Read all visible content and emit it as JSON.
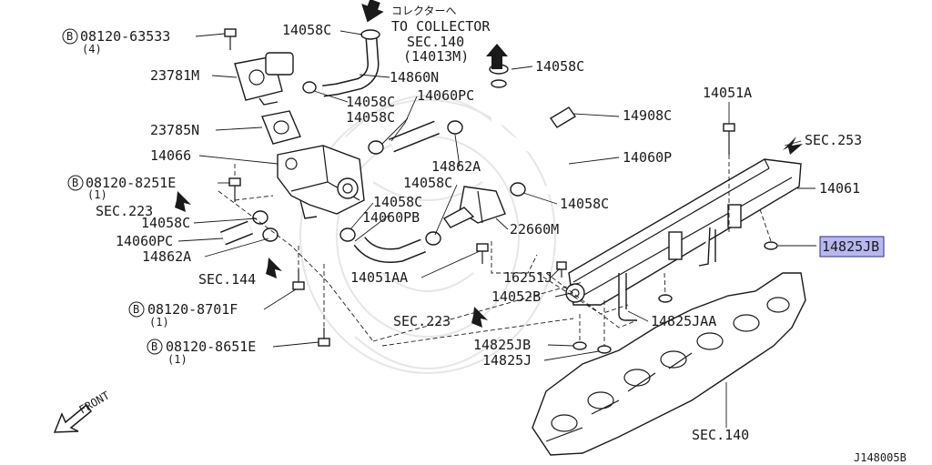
{
  "diagram": {
    "code": "J148005B",
    "front_label": "FRONT",
    "highlight_color": "#b8b8f0",
    "labels": [
      {
        "id": "bolt_63533",
        "text": "08120-63533",
        "qty": "(4)",
        "circled": "B"
      },
      {
        "id": "p23781m",
        "text": "23781M"
      },
      {
        "id": "p14058c_1",
        "text": "14058C"
      },
      {
        "id": "collector_jp",
        "text": "コレクターへ"
      },
      {
        "id": "collector_en",
        "text": "TO COLLECTOR"
      },
      {
        "id": "sec140_top",
        "text": "SEC.140"
      },
      {
        "id": "p14013m",
        "text": "(14013M)"
      },
      {
        "id": "p14058c_2",
        "text": "14058C"
      },
      {
        "id": "p14860n",
        "text": "14860N"
      },
      {
        "id": "p14058c_3",
        "text": "14058C"
      },
      {
        "id": "p14060pc_1",
        "text": "14060PC"
      },
      {
        "id": "p14058c_4",
        "text": "14058C"
      },
      {
        "id": "p14908c",
        "text": "14908C"
      },
      {
        "id": "p14051a",
        "text": "14051A"
      },
      {
        "id": "p23785n",
        "text": "23785N"
      },
      {
        "id": "p14066",
        "text": "14066"
      },
      {
        "id": "p14862a_1",
        "text": "14862A"
      },
      {
        "id": "p14060p",
        "text": "14060P"
      },
      {
        "id": "sec253",
        "text": "SEC.253"
      },
      {
        "id": "bolt_8251e",
        "text": "08120-8251E",
        "qty": "(1)",
        "circled": "B"
      },
      {
        "id": "p14058c_5",
        "text": "14058C"
      },
      {
        "id": "p14061",
        "text": "14061"
      },
      {
        "id": "sec223_left",
        "text": "SEC.223"
      },
      {
        "id": "p14058c_6",
        "text": "14058C"
      },
      {
        "id": "p14058c_7",
        "text": "14058C"
      },
      {
        "id": "p14060pb",
        "text": "14060PB"
      },
      {
        "id": "p14058c_8",
        "text": "14058C"
      },
      {
        "id": "p22660m",
        "text": "22660M"
      },
      {
        "id": "p14825jb_hl",
        "text": "14825JB",
        "highlighted": true
      },
      {
        "id": "p14060pc_2",
        "text": "14060PC"
      },
      {
        "id": "p14862a_2",
        "text": "14862A"
      },
      {
        "id": "p16251j",
        "text": "16251J"
      },
      {
        "id": "sec144",
        "text": "SEC.144"
      },
      {
        "id": "p14051aa",
        "text": "14051AA"
      },
      {
        "id": "p14052b",
        "text": "14052B"
      },
      {
        "id": "bolt_8701f",
        "text": "08120-8701F",
        "qty": "(1)",
        "circled": "B"
      },
      {
        "id": "sec223_mid",
        "text": "SEC.223"
      },
      {
        "id": "p14825jaa",
        "text": "14825JAA"
      },
      {
        "id": "bolt_8651e",
        "text": "08120-8651E",
        "qty": "(1)",
        "circled": "B"
      },
      {
        "id": "p14825jb",
        "text": "14825JB"
      },
      {
        "id": "p14825j",
        "text": "14825J"
      },
      {
        "id": "sec140_bottom",
        "text": "SEC.140"
      }
    ]
  }
}
